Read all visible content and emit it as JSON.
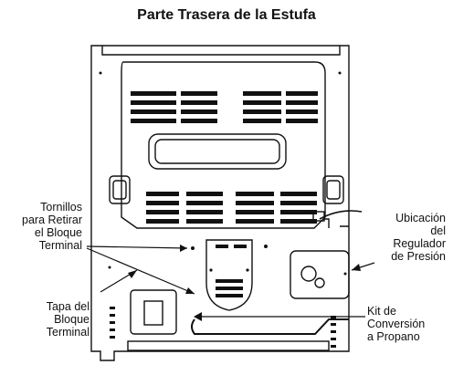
{
  "title": "Parte Trasera de la Estufa",
  "labels": {
    "screws": [
      "Tornillos",
      "para Retirar",
      "el Bloque",
      "Terminal"
    ],
    "cover": [
      "Tapa del",
      "Bloque",
      "Terminal"
    ],
    "regulator": [
      "Ubicación",
      "del",
      "Regulador",
      "de Presión"
    ],
    "kit": [
      "Kit de",
      "Conversión",
      "a Propano"
    ]
  }
}
